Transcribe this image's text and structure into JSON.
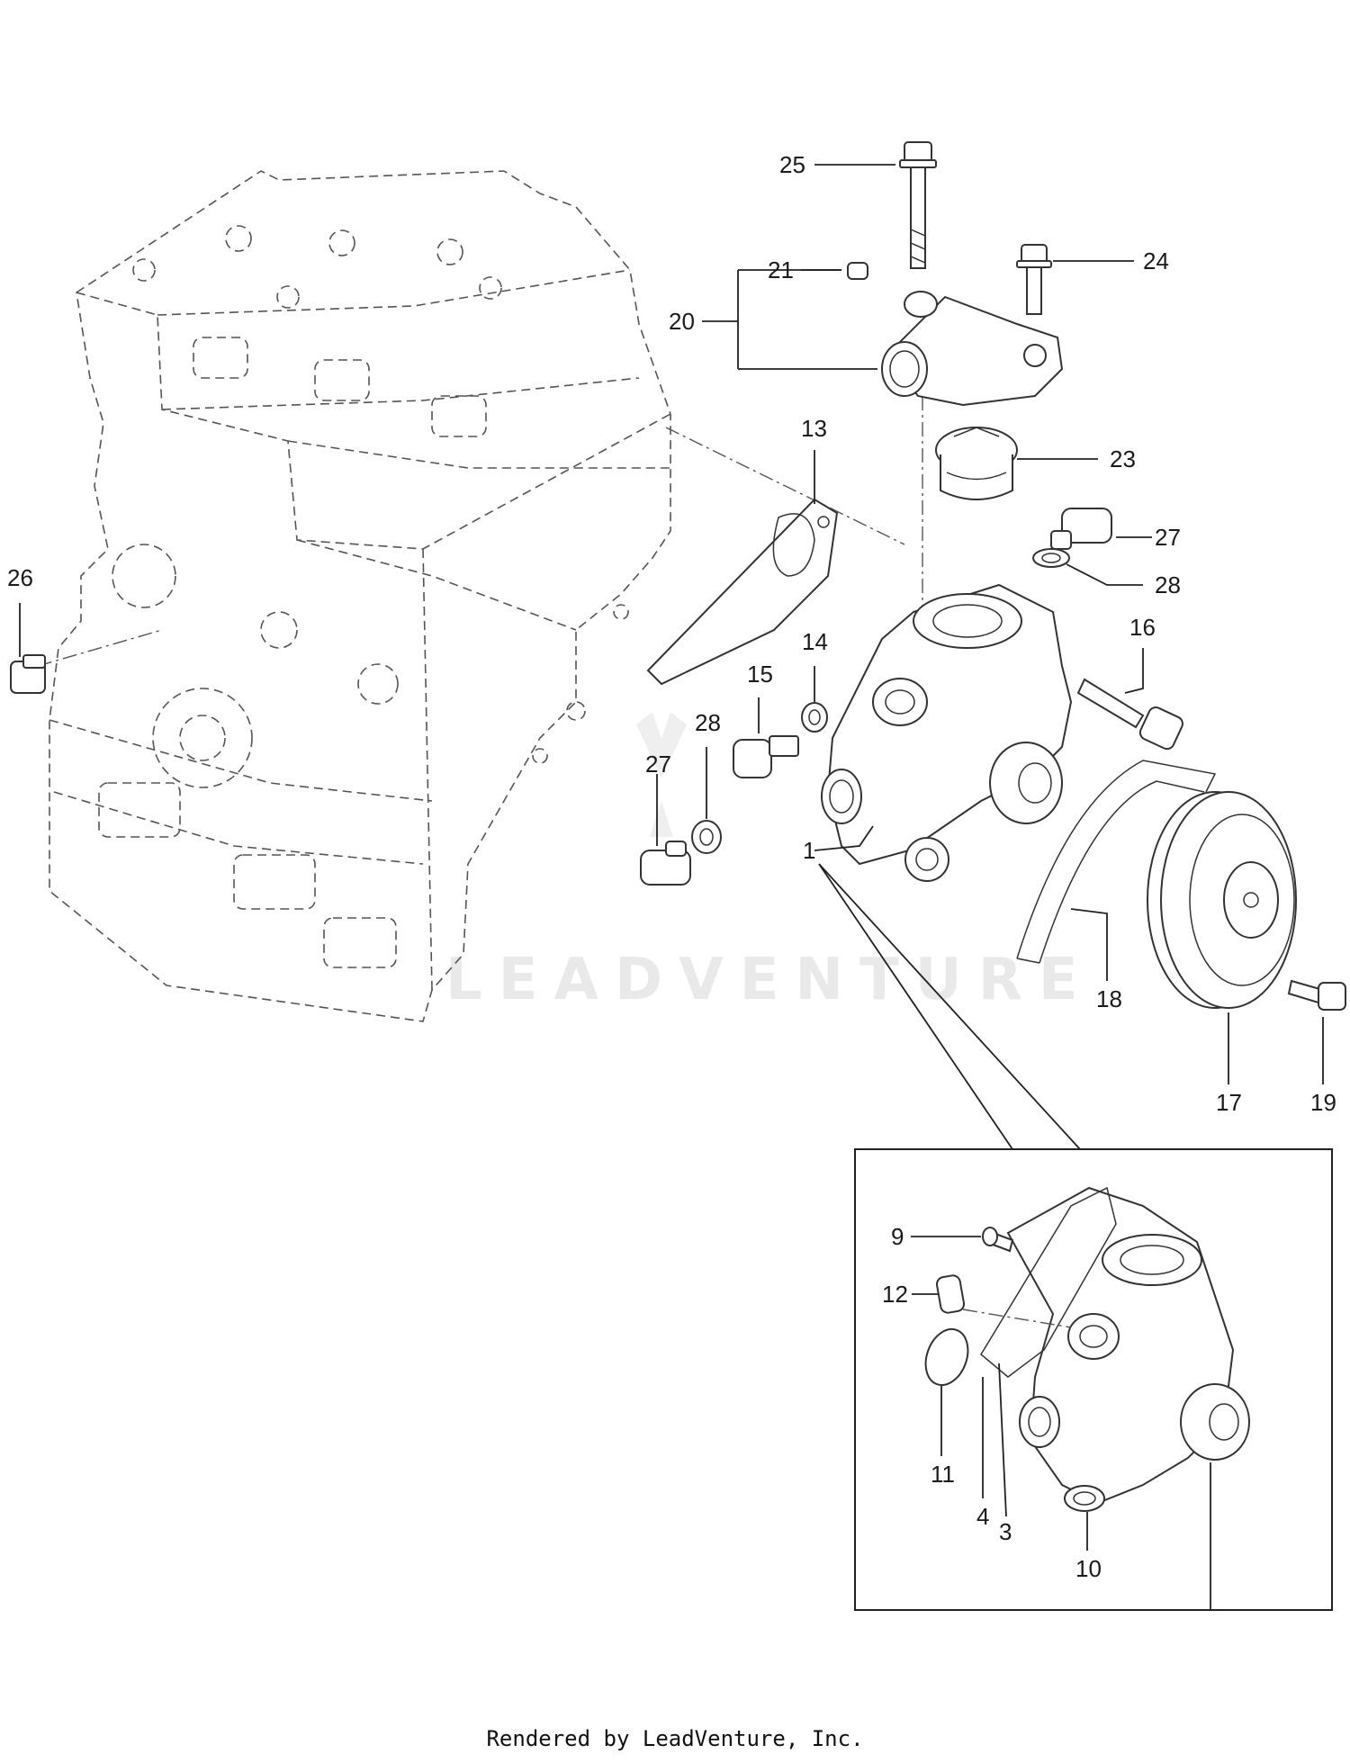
{
  "callouts": [
    {
      "id": "c25",
      "label": "25"
    },
    {
      "id": "c21",
      "label": "21"
    },
    {
      "id": "c24",
      "label": "24"
    },
    {
      "id": "c20",
      "label": "20"
    },
    {
      "id": "c13",
      "label": "13"
    },
    {
      "id": "c23",
      "label": "23"
    },
    {
      "id": "c27a",
      "label": "27"
    },
    {
      "id": "c28a",
      "label": "28"
    },
    {
      "id": "c26",
      "label": "26"
    },
    {
      "id": "c16",
      "label": "16"
    },
    {
      "id": "c14",
      "label": "14"
    },
    {
      "id": "c15",
      "label": "15"
    },
    {
      "id": "c28b",
      "label": "28"
    },
    {
      "id": "c27b",
      "label": "27"
    },
    {
      "id": "c1",
      "label": "1"
    },
    {
      "id": "c18",
      "label": "18"
    },
    {
      "id": "c17",
      "label": "17"
    },
    {
      "id": "c19",
      "label": "19"
    },
    {
      "id": "c9",
      "label": "9"
    },
    {
      "id": "c12",
      "label": "12"
    },
    {
      "id": "c11",
      "label": "11"
    },
    {
      "id": "c4",
      "label": "4"
    },
    {
      "id": "c3",
      "label": "3"
    },
    {
      "id": "c10",
      "label": "10"
    }
  ],
  "watermark": "LEADVENTURE",
  "footer": "Rendered by LeadVenture, Inc.",
  "colors": {
    "line": "#333333",
    "dashed": "#555555",
    "watermark": "#e9e9e9",
    "background": "#ffffff"
  }
}
